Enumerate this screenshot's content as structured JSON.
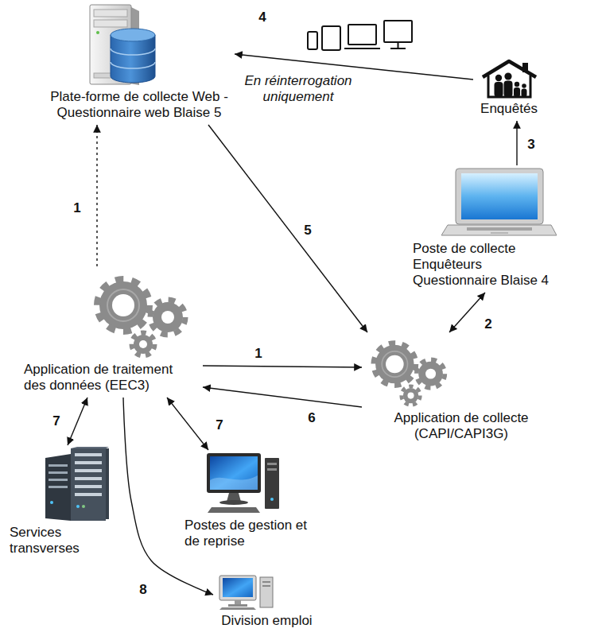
{
  "diagram": {
    "nodes": [
      {
        "text": [
          "Plate-forme de collecte Web - Questionnaire web Blaise 5"
        ]
      },
      {
        "text": [
          "Enquêtés"
        ]
      },
      {
        "text": [
          "Poste de collecte Enquêteurs Questionnaire Blaise 4"
        ]
      },
      {
        "text": [
          "Application de traitement des données (EEC3)"
        ]
      },
      {
        "text": [
          "Application de collecte (CAPI/CAPI3G)"
        ]
      },
      {
        "text": [
          "Services transverses"
        ]
      },
      {
        "text": [
          "Postes de gestion et de reprise"
        ]
      },
      {
        "text": [
          "Division emploi"
        ]
      }
    ],
    "edges": [
      {
        "from": 3,
        "to": 0,
        "arrow": "to",
        "label": "1"
      },
      {
        "from": 3,
        "to": 4,
        "arrow": "to",
        "label": "1"
      },
      {
        "from": 4,
        "to": 2,
        "arrow": "both",
        "label": "2"
      },
      {
        "from": 2,
        "to": 1,
        "arrow": "to",
        "label": "3"
      },
      {
        "from": 1,
        "to": 0,
        "arrow": "to",
        "label": "4"
      },
      {
        "from": 0,
        "to": 4,
        "arrow": "to",
        "label": "5"
      },
      {
        "from": 4,
        "to": 3,
        "arrow": "to",
        "label": "6"
      },
      {
        "from": 3,
        "to": 5,
        "arrow": "both",
        "label": "7"
      },
      {
        "from": 3,
        "to": 6,
        "arrow": "both",
        "label": "7"
      },
      {
        "from": 3,
        "to": 7,
        "arrow": "to",
        "label": "8"
      }
    ],
    "labels": [
      "En réinterrogation uniquement"
    ]
  }
}
